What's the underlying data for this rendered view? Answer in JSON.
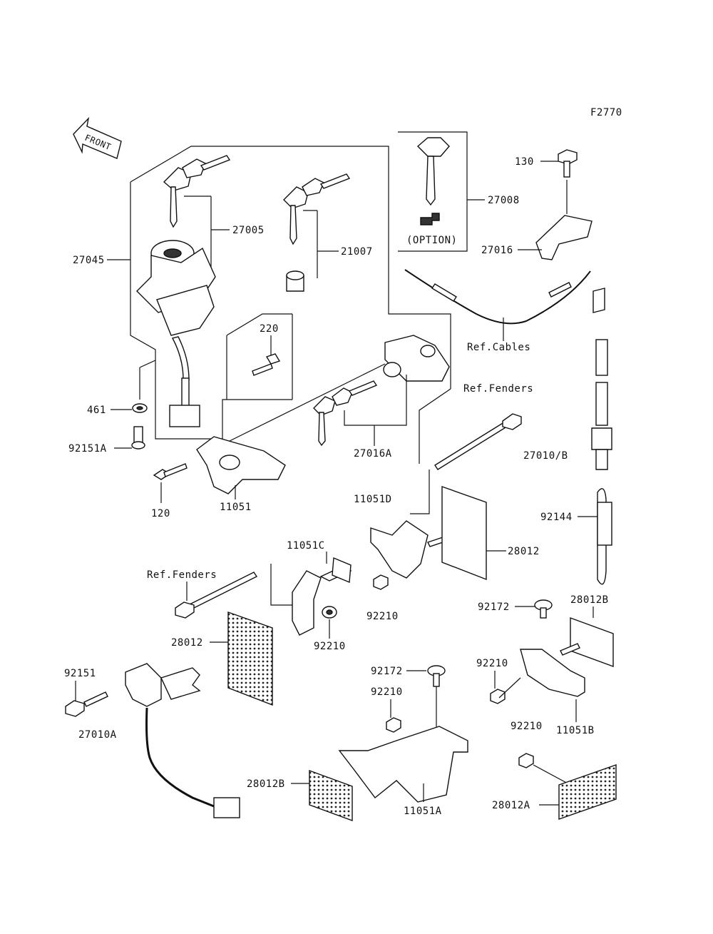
{
  "figure_code": "F2770",
  "front_marker": "FRONT",
  "option_note": "(OPTION)",
  "labels": {
    "p130": "130",
    "p27008": "27008",
    "p27016": "27016",
    "p27005": "27005",
    "p27045": "27045",
    "p21007": "21007",
    "p220": "220",
    "ref_cables": "Ref.Cables",
    "ref_fenders_1": "Ref.Fenders",
    "p461": "461",
    "p92151A": "92151A",
    "p27016A": "27016A",
    "p27010B": "27010/B",
    "p120": "120",
    "p11051": "11051",
    "p11051D": "11051D",
    "p92144": "92144",
    "p11051C": "11051C",
    "p28012_1": "28012",
    "ref_fenders_2": "Ref.Fenders",
    "p92210_1": "92210",
    "p92172_1": "92172",
    "p28012B_1": "28012B",
    "p28012_2": "28012",
    "p92210_2": "92210",
    "p92151": "92151",
    "p92172_2": "92172",
    "p92210_3": "92210",
    "p92210_4": "92210",
    "p27010A": "27010A",
    "p92210_5": "92210",
    "p11051B": "11051B",
    "p28012B_2": "28012B",
    "p11051A": "11051A",
    "p28012A": "28012A"
  }
}
